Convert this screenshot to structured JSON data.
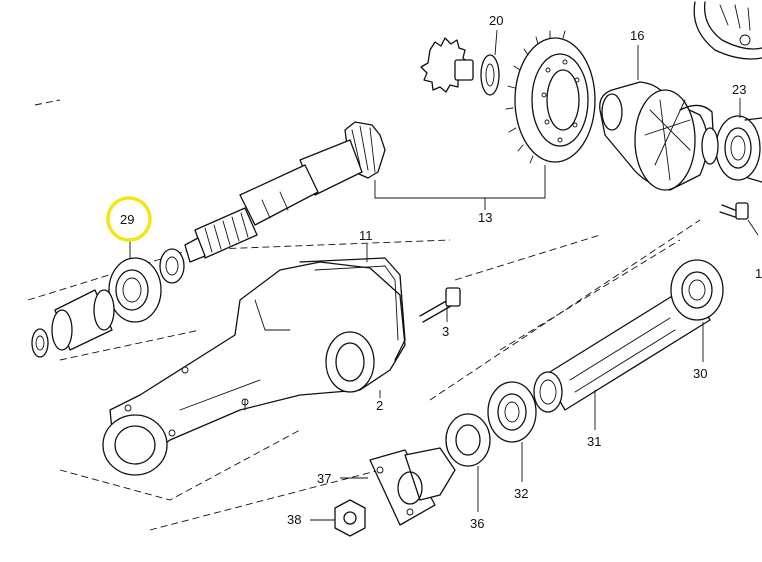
{
  "diagram": {
    "highlight_color": "#f2e61a",
    "line_color": "#111111",
    "highlighted_callout": "29",
    "callouts": [
      {
        "id": "c20",
        "label": "20"
      },
      {
        "id": "c16",
        "label": "16"
      },
      {
        "id": "c23",
        "label": "23"
      },
      {
        "id": "c13",
        "label": "13"
      },
      {
        "id": "c29",
        "label": "29"
      },
      {
        "id": "c11",
        "label": "11"
      },
      {
        "id": "c3",
        "label": "3"
      },
      {
        "id": "c2",
        "label": "2"
      },
      {
        "id": "c30",
        "label": "30"
      },
      {
        "id": "c31",
        "label": "31"
      },
      {
        "id": "c32",
        "label": "32"
      },
      {
        "id": "c36",
        "label": "36"
      },
      {
        "id": "c37",
        "label": "37"
      },
      {
        "id": "c38",
        "label": "38"
      },
      {
        "id": "c1",
        "label": "1"
      }
    ]
  }
}
